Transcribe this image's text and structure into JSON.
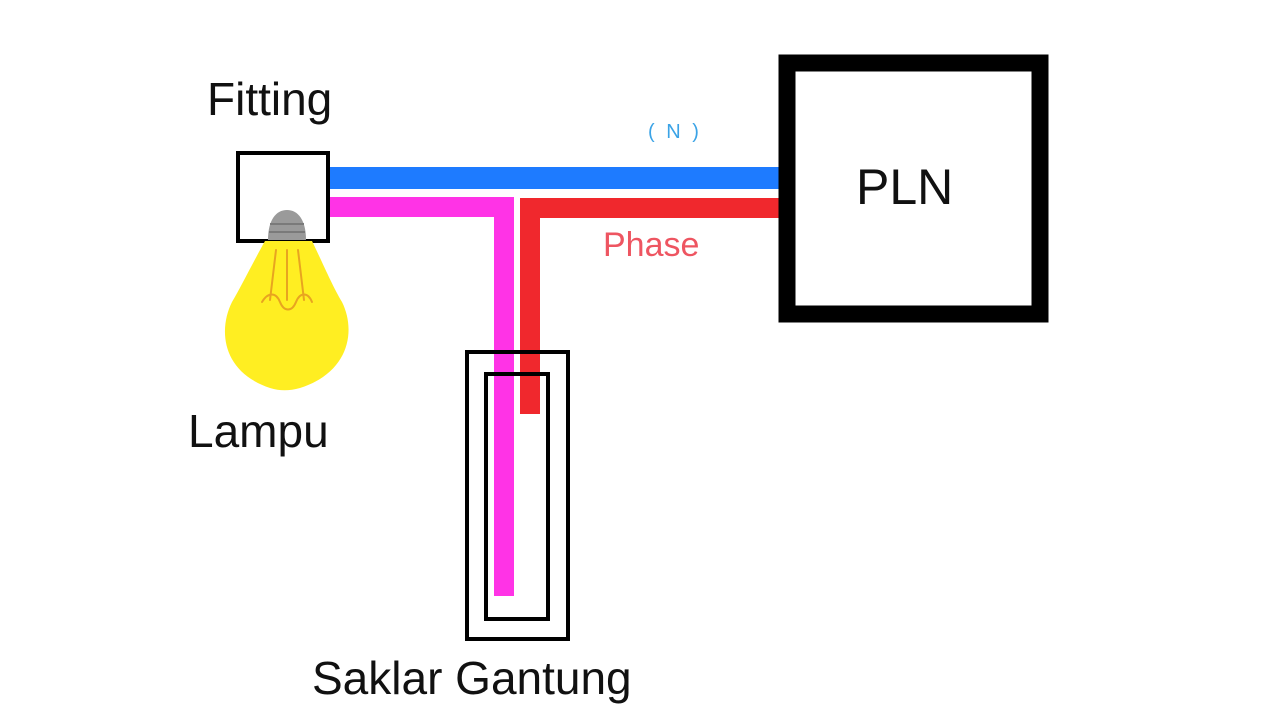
{
  "labels": {
    "fitting": "Fitting",
    "lampu": "Lampu",
    "pln": "PLN",
    "saklar": "Saklar Gantung",
    "neutral": "( N )",
    "phase": "Phase"
  },
  "colors": {
    "neutral_wire": "#1E7BFF",
    "neutral_label": "#3BA3E6",
    "phase_wire": "#F0282D",
    "phase_label": "#EE5561",
    "switch_wire": "#FF33E6",
    "bulb_glass": "#FFEE22",
    "bulb_filament": "#E8A420",
    "bulb_base": "#9A9A9A",
    "outline": "#000000"
  }
}
